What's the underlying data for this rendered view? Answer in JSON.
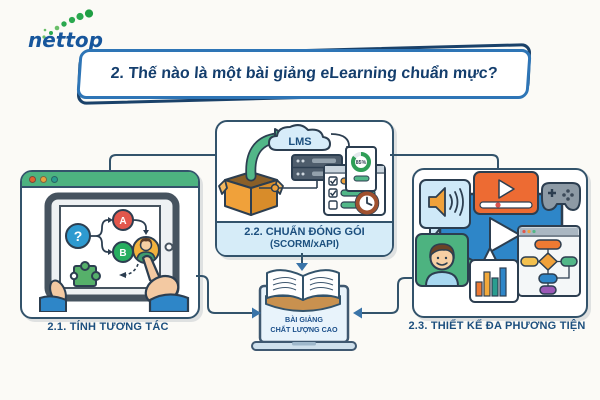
{
  "page": {
    "background": "#fbfaf6"
  },
  "logo": {
    "text": "nettop",
    "text_color": "#17569c",
    "dots_color": "#2aa84f"
  },
  "title": {
    "text": "2. Thế nào là một bài giảng eLearning chuẩn mực?",
    "text_color": "#143e6d",
    "border_color": "#2e75b6"
  },
  "sections": {
    "interactivity": {
      "label": "2.1. TÍNH TƯƠNG TÁC",
      "screen": {
        "question": "?",
        "option_a": "A",
        "option_b": "B"
      }
    },
    "packaging": {
      "title": "2.2. CHUẨN ĐÓNG GÓI",
      "subtitle": "(SCORM/xAPI)",
      "cloud": "LMS",
      "progress": "85%"
    },
    "multimedia": {
      "label": "2.3. THIẾT KẾ ĐA PHƯƠNG TIỆN"
    }
  },
  "center": {
    "line1": "BÀI GIẢNG",
    "line2": "CHẤT LƯỢNG CAO"
  },
  "colors": {
    "navy_text": "#1c4f7e",
    "outline": "#33536b",
    "green": "#52b788",
    "orange": "#f0a13a",
    "blue": "#2e86c8",
    "red_orange": "#e2574c",
    "arrow_blue": "#3a74a8",
    "band_blue": "#d6ecf8"
  }
}
